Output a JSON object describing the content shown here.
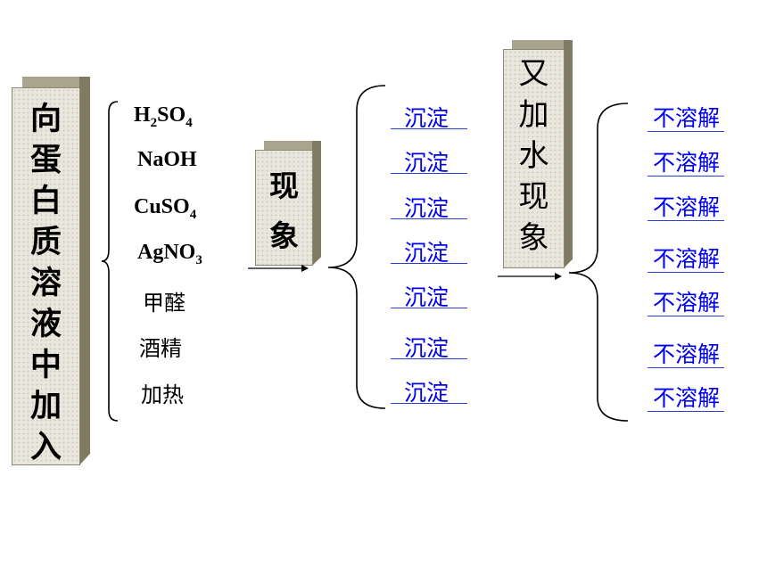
{
  "left_label": "向蛋白质溶液中加入",
  "reagents": [
    "H2SO4",
    "NaOH",
    "CuSO4",
    "AgNO3",
    "甲醛",
    "酒精",
    "加热"
  ],
  "phenomenon_label": "现象",
  "phenomenon_results": [
    "沉淀",
    "沉淀",
    "沉淀",
    "沉淀",
    "沉淀",
    "沉淀",
    "沉淀"
  ],
  "water_label": "又加水现象",
  "water_results": [
    "不溶解",
    "不溶解",
    "不溶解",
    "不溶解",
    "不溶解",
    "不溶解",
    "不溶解"
  ],
  "colors": {
    "answer_text": "#0000ee",
    "underline": "#2b3fd6",
    "pillar_face": "#e9e6dd"
  }
}
